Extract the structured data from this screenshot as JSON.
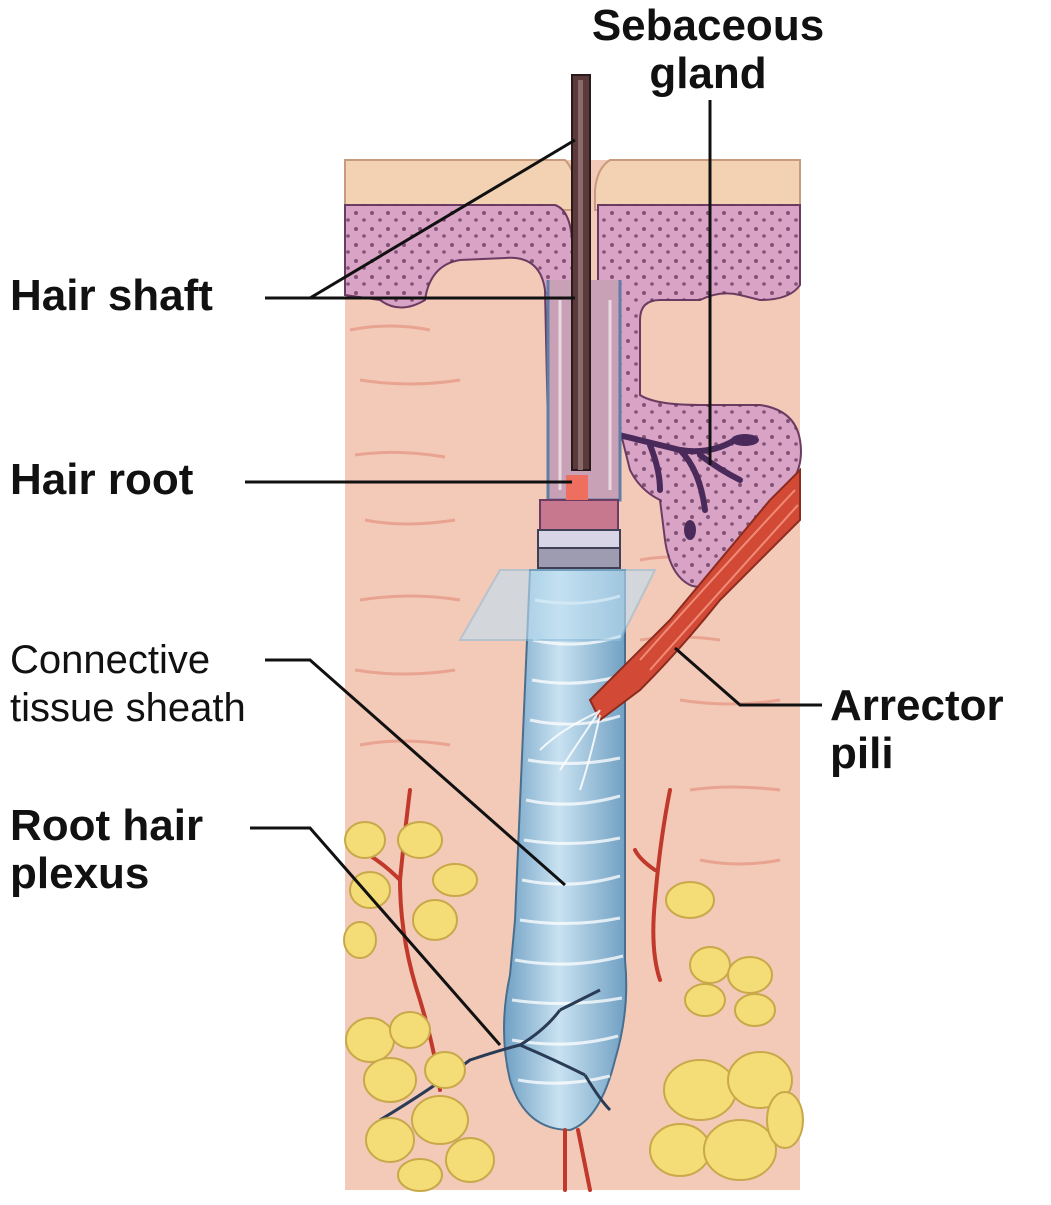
{
  "labels": {
    "sebaceous_gland": {
      "line1": "Sebaceous",
      "line2": "gland"
    },
    "hair_shaft": {
      "line1": "Hair shaft"
    },
    "hair_root": {
      "line1": "Hair root"
    },
    "connective_tissue_sheath": {
      "line1": "Connective",
      "line2": "tissue sheath"
    },
    "arrector_pili": {
      "line1": "Arrector",
      "line2": "pili"
    },
    "root_hair_plexus": {
      "line1": "Root hair",
      "line2": "plexus"
    }
  },
  "colors": {
    "dermis": "#f3c9b8",
    "epidermis": "#d9a3c6",
    "stratum_corneum": "#f2d2b2",
    "sheath": "#9cc6e0",
    "muscle": "#d24a35",
    "fat": "#f4dd77",
    "leader_line": "#111111"
  }
}
